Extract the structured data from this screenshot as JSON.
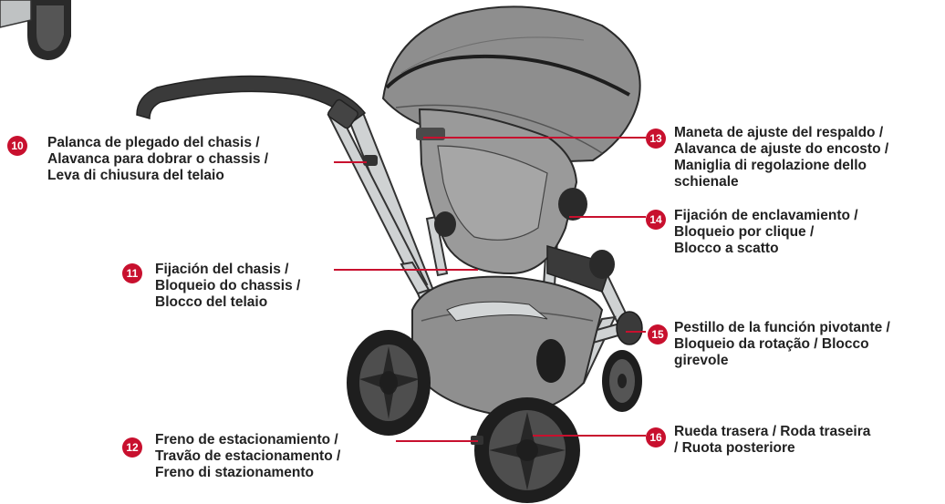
{
  "colors": {
    "accent": "#c8102e",
    "text": "#222222",
    "fabric": "#8e8e8e",
    "frame": "#c8cbcc"
  },
  "callouts": [
    {
      "number": "10",
      "lines": [
        "Palanca de plegado del chasis /",
        "Alavanca para dobrar o chassis /",
        "Leva di chiusura del telaio"
      ]
    },
    {
      "number": "11",
      "lines": [
        "Fijación del chasis /",
        "Bloqueio do chassis /",
        "Blocco del telaio"
      ]
    },
    {
      "number": "12",
      "lines": [
        "Freno de estacionamiento /",
        "Travão de estacionamento /",
        "Freno di stazionamento"
      ]
    },
    {
      "number": "13",
      "lines": [
        "Maneta de ajuste del respaldo /",
        "Alavanca de ajuste do encosto /",
        "Maniglia di regolazione dello",
        "schienale"
      ]
    },
    {
      "number": "14",
      "lines": [
        "Fijación de enclavamiento /",
        "Bloqueio por clique /",
        "Blocco a scatto"
      ]
    },
    {
      "number": "15",
      "lines": [
        "Pestillo de la función pivotante /",
        "Bloqueio da rotação / Blocco",
        "girevole"
      ]
    },
    {
      "number": "16",
      "lines": [
        "Rueda trasera / Roda traseira",
        "/ Ruota posteriore"
      ]
    }
  ]
}
